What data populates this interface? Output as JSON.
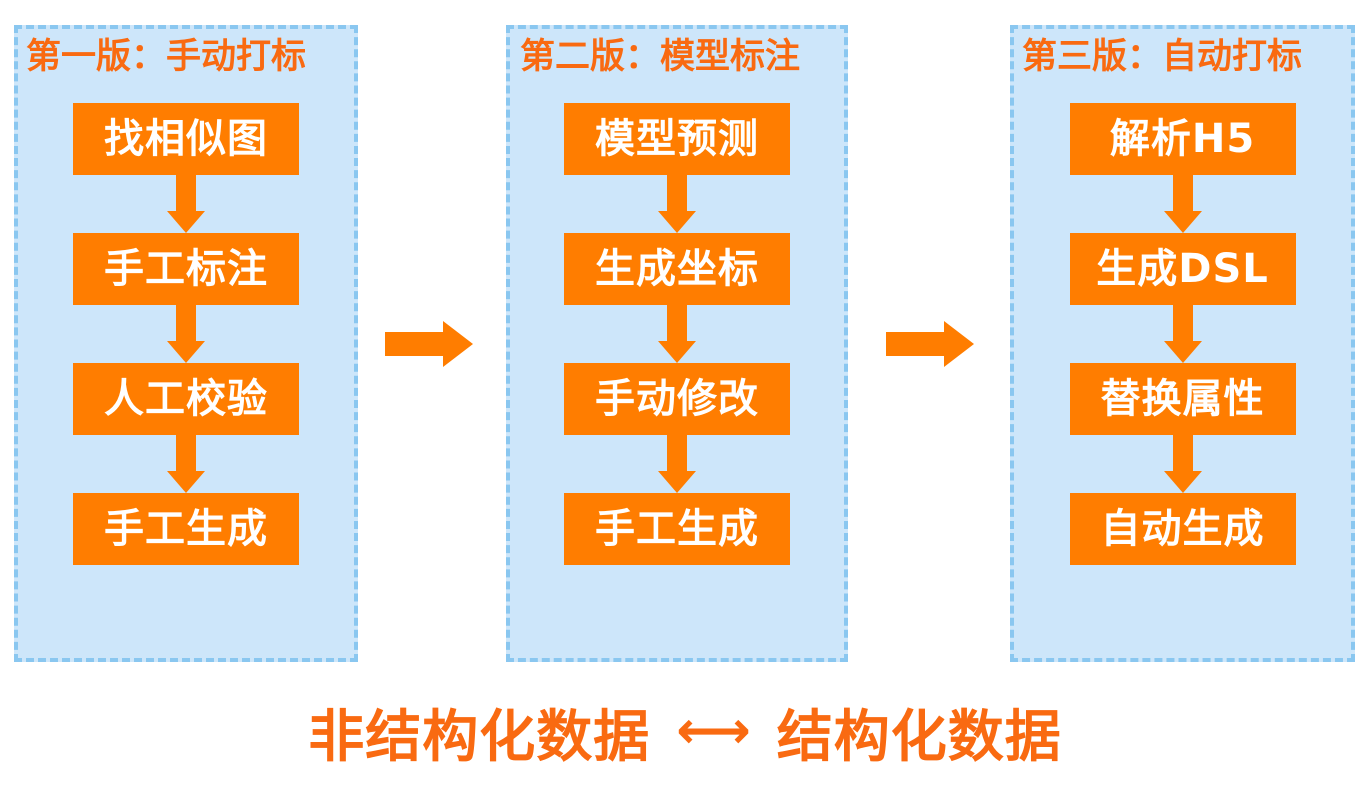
{
  "diagram": {
    "title_text_color": "#f96a11",
    "panel_fill": "#cde6fa",
    "panel_border": "#8ac7f0",
    "box_fill": "#ff7d00",
    "box_text_color": "#ffffff",
    "panels": [
      {
        "title": "第一版：手动打标",
        "steps": [
          "找相似图",
          "手工标注",
          "人工校验",
          "手工生成"
        ]
      },
      {
        "title": "第二版：模型标注",
        "steps": [
          "模型预测",
          "生成坐标",
          "手动修改",
          "手工生成"
        ]
      },
      {
        "title": "第三版：自动打标",
        "steps": [
          "解析H5",
          "生成DSL",
          "替换属性",
          "自动生成"
        ]
      }
    ],
    "between_arrows": [
      "→",
      "→"
    ],
    "caption": {
      "left": "非结构化数据",
      "arrow": "⟷",
      "right": "结构化数据"
    }
  }
}
